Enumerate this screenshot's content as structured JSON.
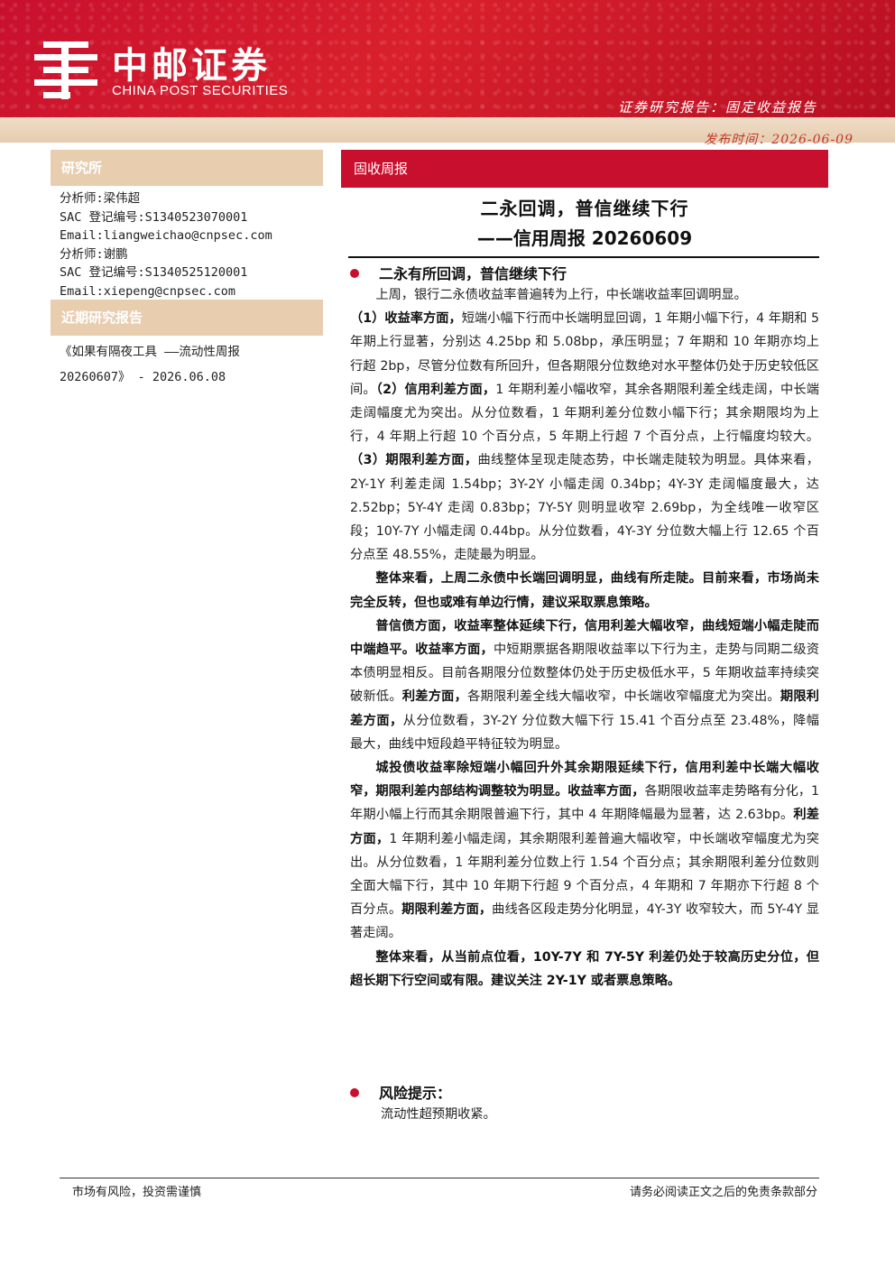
{
  "header": {
    "logo_cn": "中邮证券",
    "logo_en": "CHINA POST SECURITIES",
    "report_type": "证券研究报告：固定收益报告",
    "publish_date": "发布时间：2026-06-09",
    "colors": {
      "brand_red": "#c8102e",
      "gold": "#e8cdaf"
    }
  },
  "sidebar": {
    "institute_label": "研究所",
    "analysts": [
      "分析师:梁伟超",
      "SAC 登记编号:S1340523070001",
      "Email:liangweichao@cnpsec.com",
      "分析师:谢鹏",
      "SAC 登记编号:S1340525120001",
      "Email:xiepeng@cnpsec.com"
    ],
    "recent_label": "近期研究报告",
    "recent_line1": "《如果有隔夜工具 ——流动性周报",
    "recent_line2": "20260607》 - 2026.06.08"
  },
  "main": {
    "section_tag": "固收周报",
    "title_line1": "二永回调，普信继续下行",
    "title_line2": "——信用周报 20260609",
    "heading1": "二永有所回调，普信继续下行",
    "p1": "上周，银行二永债收益率普遍转为上行，中长端收益率回调明显。",
    "p2_b1": "（1）收益率方面，",
    "p2_t1": "短端小幅下行而中长端明显回调，1 年期小幅下行，4 年期和 5 年期上行显著，分别达 4.25bp 和 5.08bp，承压明显；7 年期和 10 年期亦均上行超 2bp，尽管分位数有所回升，但各期限分位数绝对水平整体仍处于历史较低区间。",
    "p2_b2": "（2）信用利差方面，",
    "p2_t2": "1 年期利差小幅收窄，其余各期限利差全线走阔，中长端走阔幅度尤为突出。从分位数看，1 年期利差分位数小幅下行；其余期限均为上行，4 年期上行超 10 个百分点，5 年期上行超 7 个百分点，上行幅度均较大。",
    "p2_b3": "（3）期限利差方面，",
    "p2_t3": "曲线整体呈现走陡态势，中长端走陡较为明显。具体来看，2Y-1Y 利差走阔 1.54bp；3Y-2Y 小幅走阔 0.34bp；4Y-3Y 走阔幅度最大，达 2.52bp；5Y-4Y 走阔 0.83bp；7Y-5Y 则明显收窄 2.69bp，为全线唯一收窄区段；10Y-7Y 小幅走阔 0.44bp。从分位数看，4Y-3Y 分位数大幅上行 12.65 个百分点至 48.55%，走陡最为明显。",
    "p3": "整体来看，上周二永债中长端回调明显，曲线有所走陡。目前来看，市场尚未完全反转，但也或难有单边行情，建议采取票息策略。",
    "p4_b1": "普信债方面，收益率整体延续下行，信用利差大幅收窄，曲线短端小幅走陡而中端趋平。",
    "p4_b2": "收益率方面，",
    "p4_t2": "中短期票据各期限收益率以下行为主，走势与同期二级资本债明显相反。目前各期限分位数整体仍处于历史极低水平，5 年期收益率持续突破新低。",
    "p4_b3": "利差方面，",
    "p4_t3": "各期限利差全线大幅收窄，中长端收窄幅度尤为突出。",
    "p4_b4": "期限利差方面，",
    "p4_t4": "从分位数看，3Y-2Y 分位数大幅下行 15.41 个百分点至 23.48%，降幅最大，曲线中短段趋平特征较为明显。",
    "p5_b1": "城投债收益率除短端小幅回升外其余期限延续下行，信用利差中长端大幅收窄，期限利差内部结构调整较为明显。",
    "p5_b2": "收益率方面，",
    "p5_t2": "各期限收益率走势略有分化，1 年期小幅上行而其余期限普遍下行，其中 4 年期降幅最为显著，达 2.63bp。",
    "p5_b3": "利差方面，",
    "p5_t3": "1 年期利差小幅走阔，其余期限利差普遍大幅收窄，中长端收窄幅度尤为突出。从分位数看，1 年期利差分位数上行 1.54 个百分点；其余期限利差分位数则全面大幅下行，其中 10 年期下行超 9 个百分点，4 年期和 7 年期亦下行超 8 个百分点。",
    "p5_b4": "期限利差方面，",
    "p5_t4": "曲线各区段走势分化明显，4Y-3Y 收窄较大，而 5Y-4Y 显著走阔。",
    "p6": "整体来看，从当前点位看，10Y-7Y 和 7Y-5Y 利差仍处于较高历史分位，但超长期下行空间或有限。建议关注 2Y-1Y 或者票息策略。",
    "heading2": "风险提示：",
    "risk": "流动性超预期收紧。"
  },
  "footer": {
    "left": "市场有风险，投资需谨慎",
    "right": "请务必阅读正文之后的免责条款部分"
  }
}
